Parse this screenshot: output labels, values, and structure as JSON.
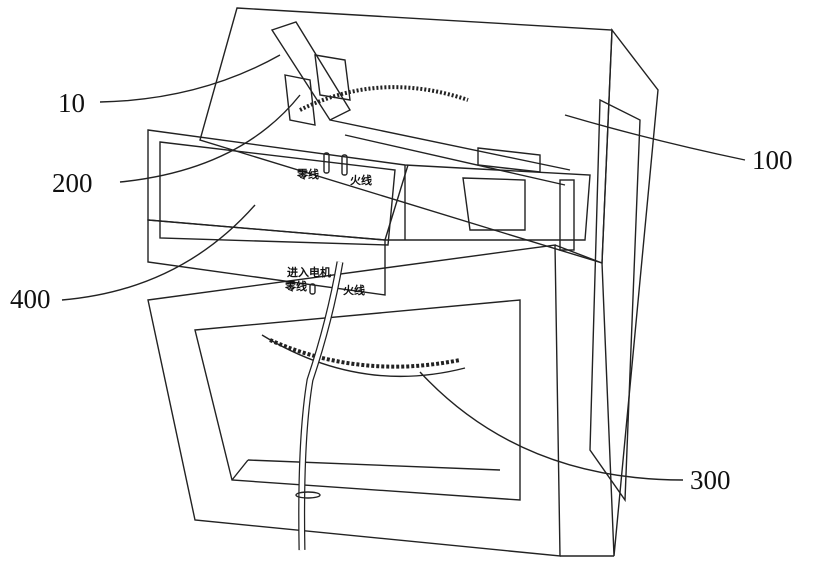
{
  "labels": {
    "l10": "10",
    "l200": "200",
    "l400": "400",
    "l100": "100",
    "l300": "300"
  },
  "box_text": {
    "neutral_top": "零线",
    "live_top": "火线",
    "to_motor": "进入电机",
    "neutral_bottom": "零线",
    "live_bottom": "火线"
  }
}
